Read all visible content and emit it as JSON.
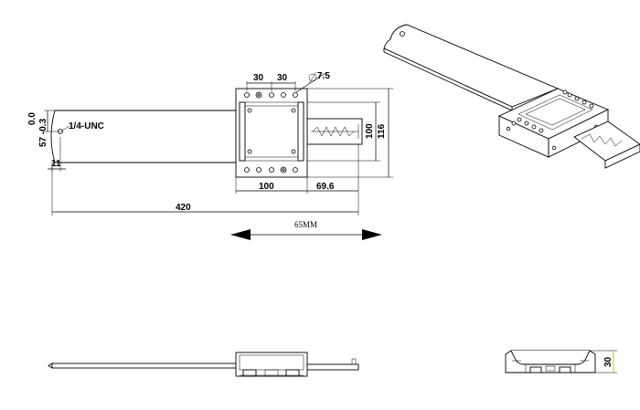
{
  "top_view": {
    "dim_30_left": "30",
    "dim_30_right": "30",
    "dim_hole": "7.5",
    "dim_100_vertical": "100",
    "dim_116": "116",
    "dim_100_horizontal": "100",
    "dim_69_6": "69.6",
    "dim_420": "420",
    "dim_11": "11",
    "dim_0_0": "0.0",
    "dim_57_3": "57 -0.3",
    "thread_label": "1/4-UNC"
  },
  "travel_arrow": {
    "label": "65MM"
  },
  "end_view": {
    "dim_30": "30",
    "dim_color": "#c8b400"
  }
}
